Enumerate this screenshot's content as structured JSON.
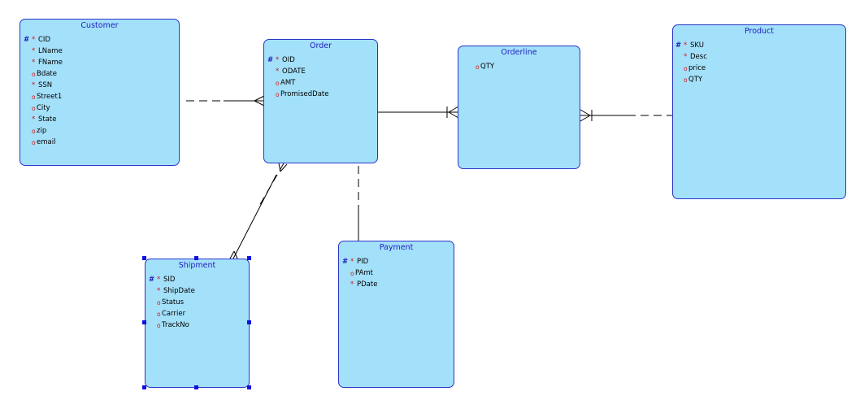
{
  "entities": {
    "customer": {
      "title": "Customer",
      "attributes": [
        {
          "pk": "#",
          "mark": "*",
          "name": "CID"
        },
        {
          "pk": "",
          "mark": "*",
          "name": "LName"
        },
        {
          "pk": "",
          "mark": "*",
          "name": "FName"
        },
        {
          "pk": "",
          "mark": "o",
          "name": "Bdate"
        },
        {
          "pk": "",
          "mark": "*",
          "name": "SSN"
        },
        {
          "pk": "",
          "mark": "o",
          "name": "Street1"
        },
        {
          "pk": "",
          "mark": "o",
          "name": "City"
        },
        {
          "pk": "",
          "mark": "*",
          "name": "State"
        },
        {
          "pk": "",
          "mark": "o",
          "name": "zip"
        },
        {
          "pk": "",
          "mark": "o",
          "name": "email"
        }
      ]
    },
    "order": {
      "title": "Order",
      "attributes": [
        {
          "pk": "#",
          "mark": "*",
          "name": "OID"
        },
        {
          "pk": "",
          "mark": "*",
          "name": "ODATE"
        },
        {
          "pk": "",
          "mark": "o",
          "name": "AMT"
        },
        {
          "pk": "",
          "mark": "o",
          "name": "PromisedDate"
        }
      ]
    },
    "orderline": {
      "title": "Orderline",
      "attributes": [
        {
          "pk": "",
          "mark": "o",
          "name": "QTY"
        }
      ]
    },
    "product": {
      "title": "Product",
      "attributes": [
        {
          "pk": "#",
          "mark": "*",
          "name": "SKU"
        },
        {
          "pk": "",
          "mark": "*",
          "name": "Desc"
        },
        {
          "pk": "",
          "mark": "o",
          "name": "price"
        },
        {
          "pk": "",
          "mark": "o",
          "name": "QTY"
        }
      ]
    },
    "shipment": {
      "title": "Shipment",
      "attributes": [
        {
          "pk": "#",
          "mark": "*",
          "name": "SID"
        },
        {
          "pk": "",
          "mark": "*",
          "name": "ShipDate"
        },
        {
          "pk": "",
          "mark": "o",
          "name": "Status"
        },
        {
          "pk": "",
          "mark": "o",
          "name": "Carrier"
        },
        {
          "pk": "",
          "mark": "o",
          "name": "TrackNo"
        }
      ]
    },
    "payment": {
      "title": "Payment",
      "attributes": [
        {
          "pk": "#",
          "mark": "*",
          "name": "PID"
        },
        {
          "pk": "",
          "mark": "o",
          "name": "PAmt"
        },
        {
          "pk": "",
          "mark": "*",
          "name": "PDate"
        }
      ]
    }
  },
  "colors": {
    "entity_fill": "#a3e0fa",
    "entity_border": "#2a36c8",
    "title_text": "#2020c0",
    "mandatory_mark": "#d01818",
    "pk_mark": "#1a1ab8",
    "selection_handle": "#1010e0"
  }
}
